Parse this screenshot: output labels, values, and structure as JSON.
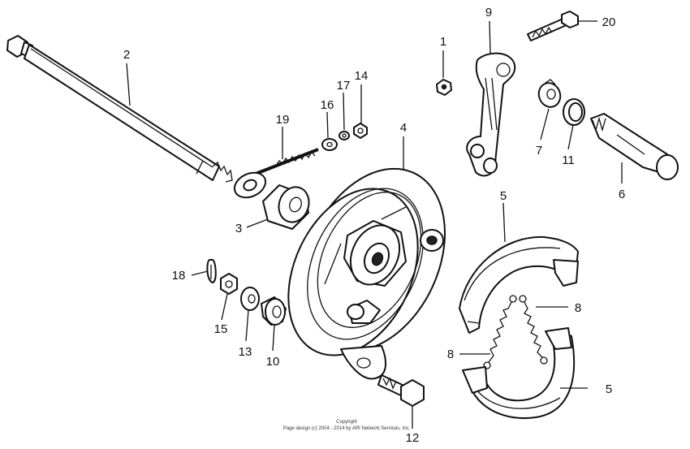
{
  "callouts": [
    "1",
    "2",
    "3",
    "4",
    "5",
    "5",
    "6",
    "7",
    "8",
    "8",
    "9",
    "10",
    "11",
    "12",
    "13",
    "14",
    "15",
    "16",
    "17",
    "18",
    "19",
    "20"
  ],
  "copyright": {
    "line1": "Copyright",
    "line2": "Page design (c) 2004 - 2014 by ARI Network Services, Inc."
  }
}
